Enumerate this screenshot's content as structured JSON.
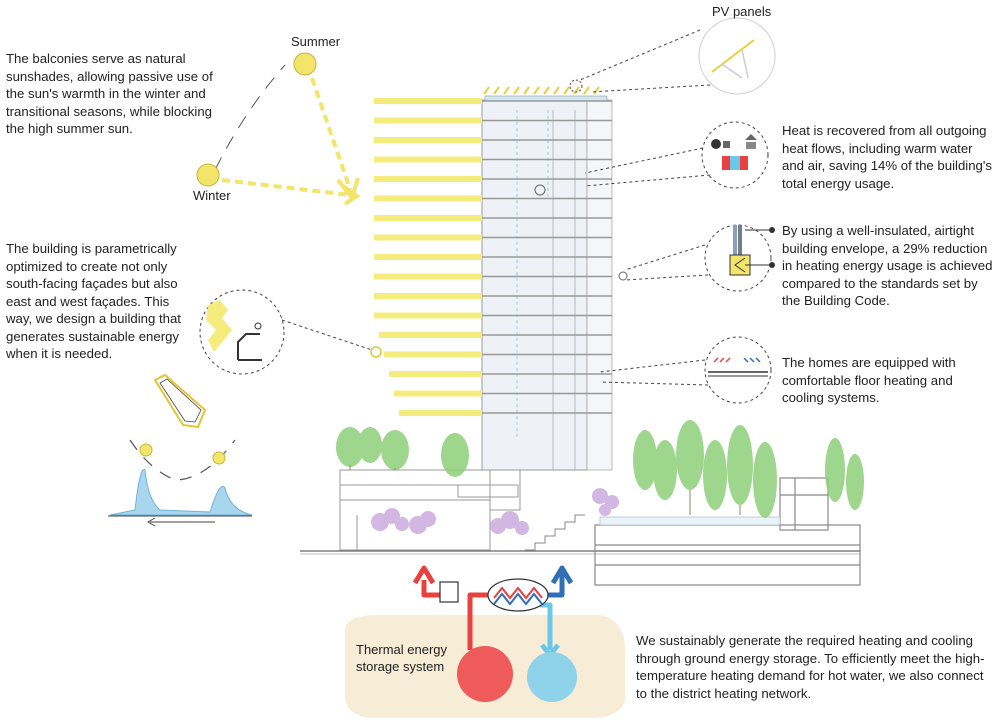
{
  "labels": {
    "pv_panels": "PV panels",
    "summer": "Summer",
    "winter": "Winter",
    "thermal_storage": "Thermal energy\nstorage system"
  },
  "annotations": {
    "balconies": "The balconies serve as natural sunshades, allowing passive use of the sun's warmth in the winter and transitional seasons, while blocking the high summer sun.",
    "parametric": "The building is parametrically optimized to create not only south-facing façades but also east and west façades. This way, we design a building that generates sustainable energy when it is needed.",
    "heat_recovery": "Heat is recovered from all outgoing heat flows, including warm water and air, saving 14% of the building's total energy usage.",
    "envelope": "By using a well-insulated, airtight building envelope, a 29% reduction in heating energy usage is achieved compared to the standards set by the Building Code.",
    "floor_heating": "The homes are equipped with comfortable floor heating and cooling systems.",
    "ground_energy": "We sustainably generate the required heating and cooling through ground energy storage. To efficiently meet the high-temperature heating demand for hot water, we also connect to the district heating network."
  },
  "colors": {
    "sun": "#f3e46a",
    "balcony": "#f6ec7e",
    "hot": "#e8413f",
    "cold": "#6cc8e8",
    "dark_blue": "#2e6fb5",
    "ground": "#f7ecd5",
    "tree": "#8fcf7a",
    "purple_tree": "#c7a6dc",
    "line": "#555555"
  },
  "icons": [
    "sun-icon",
    "pv-panel-icon",
    "heat-recovery-icon",
    "insulation-icon",
    "floor-heating-icon",
    "heat-exchanger-icon",
    "solar-graph-icon"
  ]
}
